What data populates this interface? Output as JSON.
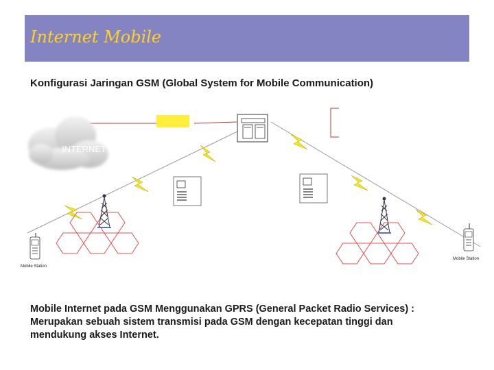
{
  "header": {
    "title": "Internet Mobile"
  },
  "subtitle": "Konfigurasi Jaringan GSM (Global System for Mobile Communication)",
  "diagram": {
    "cloud_label": "INTERNET",
    "mobile_station_left": "Mobile Station",
    "mobile_station_right": "Mobile Station",
    "colors": {
      "lines": "#c0392b",
      "lightning": "#f4e81a",
      "router": "#ffef3a",
      "cells": "#e05050"
    }
  },
  "body": {
    "lines": [
      "Mobile Internet pada GSM Menggunakan GPRS (General Packet Radio Services) :",
      "Merupakan sebuah sistem transmisi pada GSM dengan kecepatan tinggi dan",
      "mendukung akses Internet."
    ]
  }
}
